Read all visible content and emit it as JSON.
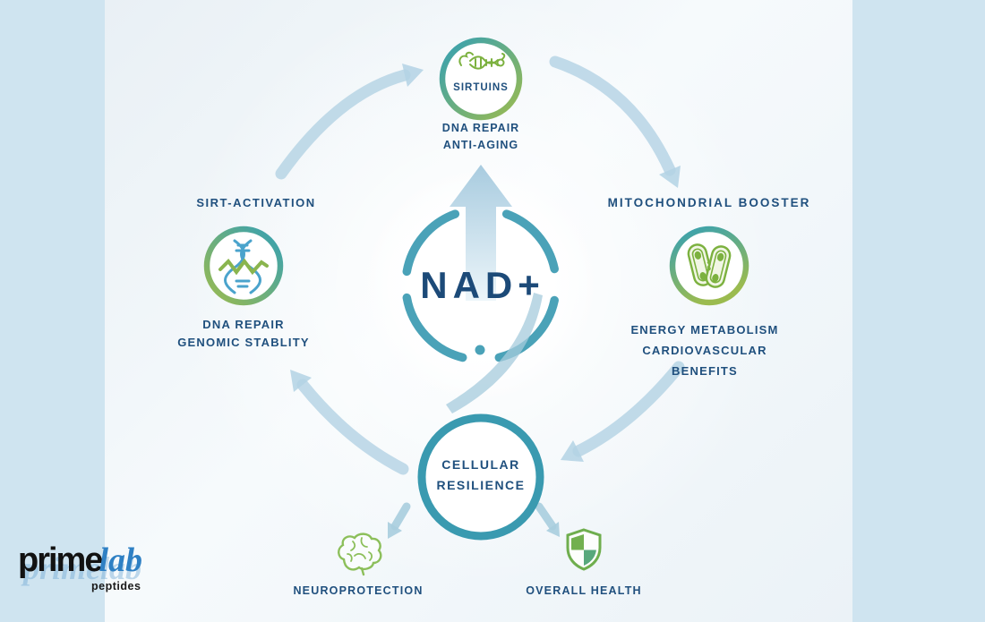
{
  "palette": {
    "background": "#cfe4f0",
    "panel": "#f4f9fc",
    "navy": "#20507e",
    "teal": "#3a9ab0",
    "green": "#7cb13f",
    "arrow_blue": "#b3d2e4"
  },
  "center": {
    "label": "NAD+"
  },
  "top_node": {
    "label": "SIRTUINS",
    "icon": "sirtuin-protein-icon",
    "benefits": [
      "DNA REPAIR",
      "ANTI-AGING"
    ]
  },
  "left_node": {
    "heading": "SIRT-ACTIVATION",
    "icon": "dna-helix-icon",
    "benefits": [
      "DNA REPAIR",
      "GENOMIC STABLITY"
    ]
  },
  "right_node": {
    "heading": "MITOCHONDRIAL BOOSTER",
    "icon": "mitochondria-icon",
    "benefits": [
      "ENERGY METABOLISM",
      "CARDIOVASCULAR",
      "BENEFITS"
    ]
  },
  "bottom_node": {
    "line1": "CELLULAR",
    "line2": "RESILIENCE"
  },
  "outcomes": [
    {
      "label": "NEUROPROTECTION",
      "icon": "brain-icon"
    },
    {
      "label": "OVERALL HEALTH",
      "icon": "shield-icon"
    }
  ],
  "logo": {
    "prime": "prime",
    "lab": "lab",
    "tagline": "peptides",
    "echo": "primelab"
  }
}
